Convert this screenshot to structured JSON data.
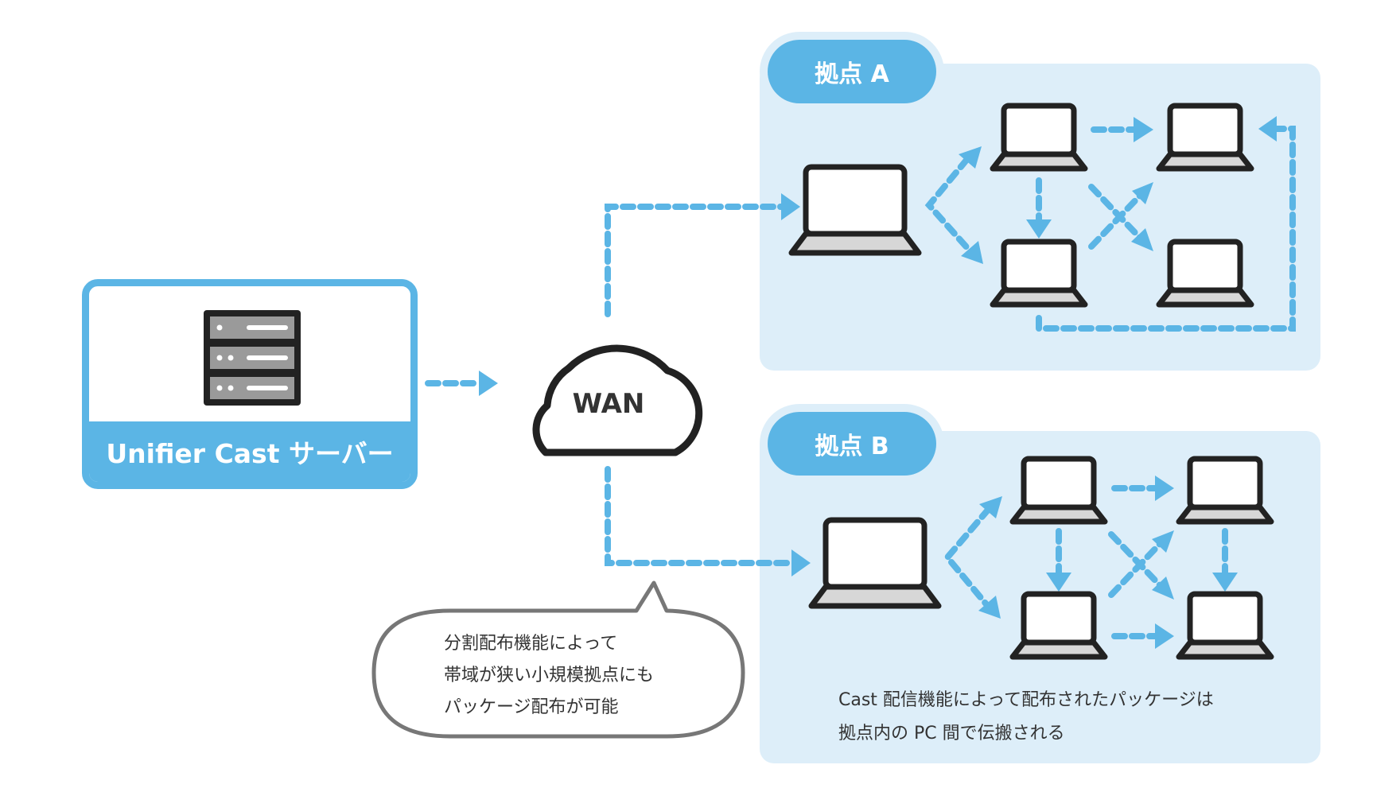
{
  "server": {
    "label": "Unifier Cast サーバー"
  },
  "wan": {
    "label": "WAN"
  },
  "sites": [
    {
      "label": "拠点 A"
    },
    {
      "label": "拠点 B"
    }
  ],
  "bubble": {
    "lines": [
      "分割配布機能によって",
      "帯域が狭い小規模拠点にも",
      "パッケージ配布が可能"
    ]
  },
  "note": {
    "lines": [
      "Cast 配信機能によって配布されたパッケージは",
      "拠点内の PC 間で伝搬される"
    ]
  },
  "colors": {
    "accent": "#5bb5e5",
    "panel": "#ddeef9",
    "outline": "#222222",
    "screen_base": "#d7d7d7",
    "bubble_border": "#777777"
  },
  "icons": [
    "server-icon",
    "cloud-icon",
    "laptop-icon",
    "arrow-icon",
    "speech-bubble-icon"
  ]
}
